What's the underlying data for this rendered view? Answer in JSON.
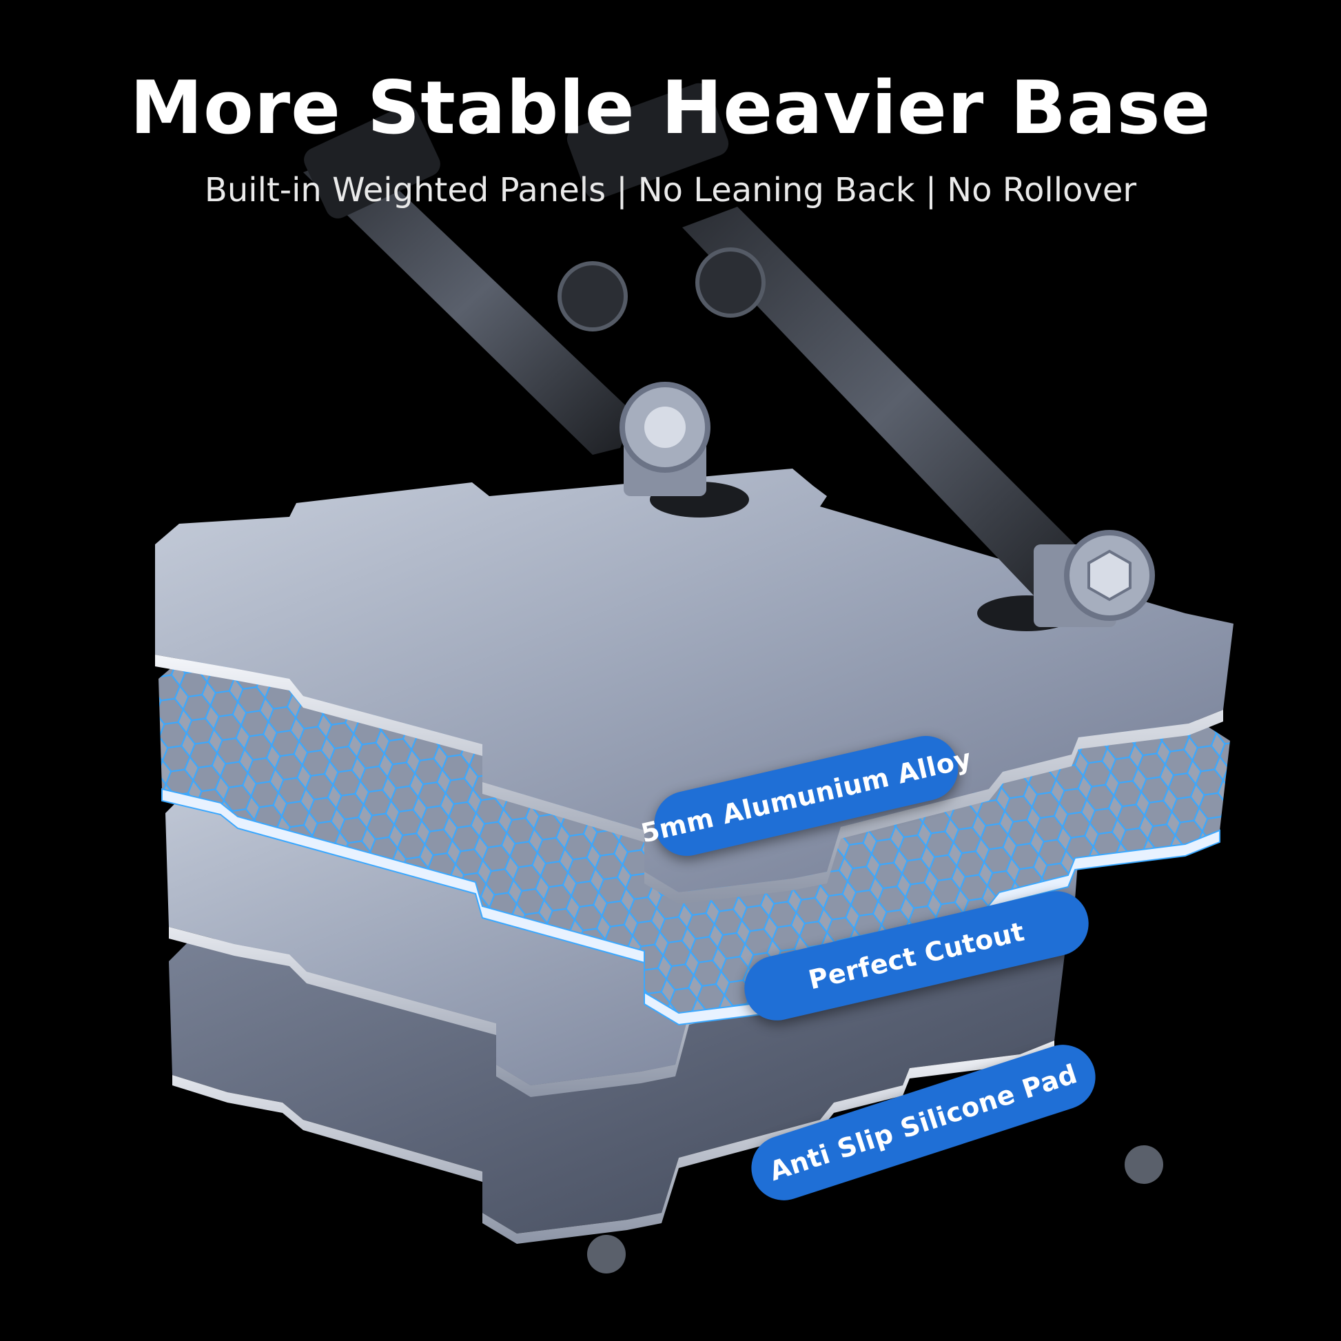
{
  "header": {
    "title": "More Stable Heavier Base",
    "subtitle": "Built-in Weighted Panels | No Leaning Back | No Rollover"
  },
  "callouts": {
    "alloy": "5mm Alumunium Alloy",
    "cutout": "Perfect Cutout",
    "pad": "Anti Slip Silicone Pad"
  },
  "colors": {
    "background": "#000000",
    "accent": "#1f6fd6",
    "honeycomb": "#3aa8ff",
    "metal": "#9aa3b6"
  }
}
